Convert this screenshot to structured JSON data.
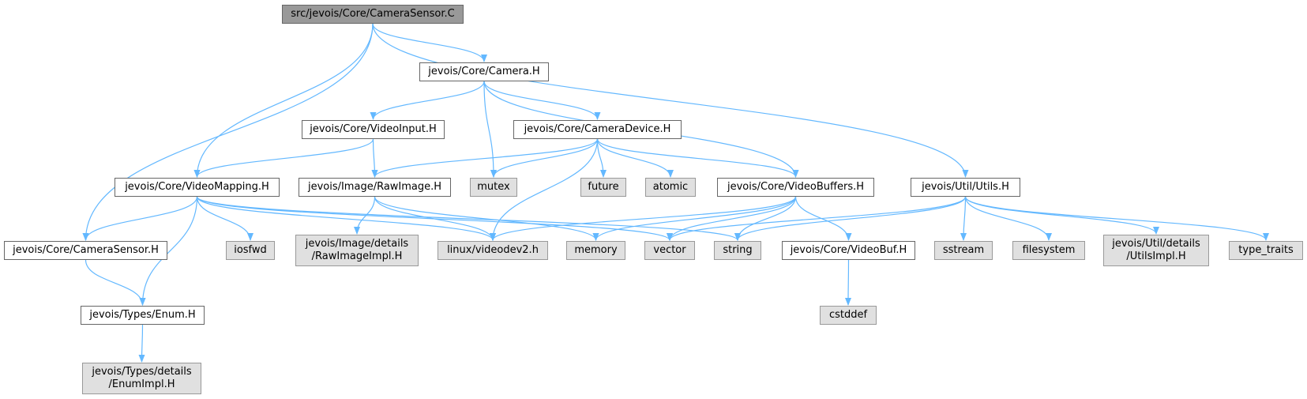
{
  "colors": {
    "edge": "#63b8ff",
    "root_fill": "#999999",
    "project_fill": "#ffffff",
    "system_fill": "#e0e0e0"
  },
  "nodes": {
    "root": "src/jevois/Core/CameraSensor.C",
    "camera_h": "jevois/Core/Camera.H",
    "videoinput_h": "jevois/Core/VideoInput.H",
    "cameradevice_h": "jevois/Core/CameraDevice.H",
    "videomapping_h": "jevois/Core/VideoMapping.H",
    "rawimage_h": "jevois/Image/RawImage.H",
    "mutex": "mutex",
    "future": "future",
    "atomic": "atomic",
    "videobuffers_h": "jevois/Core/VideoBuffers.H",
    "utils_h": "jevois/Util/Utils.H",
    "camerasensor_h": "jevois/Core/CameraSensor.H",
    "iosfwd": "iosfwd",
    "rawimageimpl_h": "jevois/Image/details\n/RawImageImpl.H",
    "videodev2_h": "linux/videodev2.h",
    "memory": "memory",
    "vector": "vector",
    "string": "string",
    "videobuf_h": "jevois/Core/VideoBuf.H",
    "sstream": "sstream",
    "filesystem": "filesystem",
    "utilsimpl_h": "jevois/Util/details\n/UtilsImpl.H",
    "type_traits": "type_traits",
    "enum_h": "jevois/Types/Enum.H",
    "cstddef": "cstddef",
    "enumimpl_h": "jevois/Types/details\n/EnumImpl.H"
  },
  "edges": [
    [
      "root",
      "camera_h"
    ],
    [
      "root",
      "videomapping_h"
    ],
    [
      "root",
      "camerasensor_h"
    ],
    [
      "root",
      "utils_h"
    ],
    [
      "camera_h",
      "videoinput_h"
    ],
    [
      "camera_h",
      "cameradevice_h"
    ],
    [
      "camera_h",
      "mutex"
    ],
    [
      "camera_h",
      "videobuffers_h"
    ],
    [
      "videoinput_h",
      "videomapping_h"
    ],
    [
      "videoinput_h",
      "rawimage_h"
    ],
    [
      "cameradevice_h",
      "rawimage_h"
    ],
    [
      "cameradevice_h",
      "mutex"
    ],
    [
      "cameradevice_h",
      "future"
    ],
    [
      "cameradevice_h",
      "atomic"
    ],
    [
      "cameradevice_h",
      "videobuffers_h"
    ],
    [
      "cameradevice_h",
      "videodev2_h"
    ],
    [
      "videomapping_h",
      "camerasensor_h"
    ],
    [
      "videomapping_h",
      "iosfwd"
    ],
    [
      "videomapping_h",
      "videodev2_h"
    ],
    [
      "videomapping_h",
      "vector"
    ],
    [
      "videomapping_h",
      "string"
    ],
    [
      "videomapping_h",
      "enum_h"
    ],
    [
      "rawimage_h",
      "rawimageimpl_h"
    ],
    [
      "rawimage_h",
      "videodev2_h"
    ],
    [
      "rawimage_h",
      "memory"
    ],
    [
      "videobuffers_h",
      "videodev2_h"
    ],
    [
      "videobuffers_h",
      "memory"
    ],
    [
      "videobuffers_h",
      "vector"
    ],
    [
      "videobuffers_h",
      "string"
    ],
    [
      "videobuffers_h",
      "videobuf_h"
    ],
    [
      "utils_h",
      "vector"
    ],
    [
      "utils_h",
      "string"
    ],
    [
      "utils_h",
      "sstream"
    ],
    [
      "utils_h",
      "filesystem"
    ],
    [
      "utils_h",
      "utilsimpl_h"
    ],
    [
      "utils_h",
      "type_traits"
    ],
    [
      "camerasensor_h",
      "enum_h"
    ],
    [
      "videobuf_h",
      "cstddef"
    ],
    [
      "enum_h",
      "enumimpl_h"
    ]
  ]
}
